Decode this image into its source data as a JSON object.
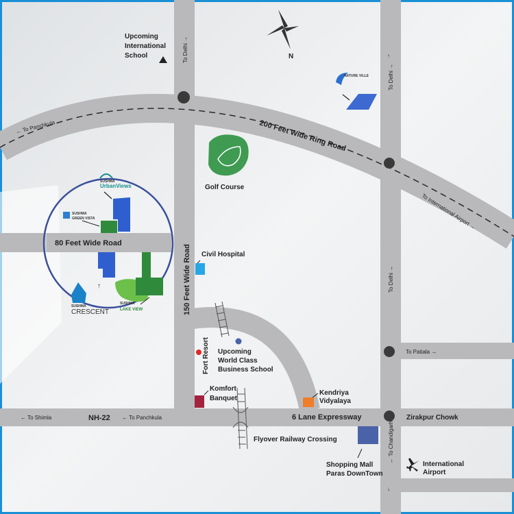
{
  "map": {
    "roads": {
      "ring_road": "200 Feet Wide Ring Road",
      "road_150": "150 Feet Wide Road",
      "road_80": "80 Feet Wide Road",
      "expressway": "6 Lane Expressway",
      "nh": "NH-22"
    },
    "directions": {
      "to_panchkula_top": "To Panchkula",
      "to_delhi_top": "To Delhi",
      "to_delhi_right_top": "To Delhi",
      "to_delhi_right_mid": "To Delhi",
      "to_international_airport": "To International Airport",
      "to_patiala": "To Patiala",
      "to_shimla": "To Shimla",
      "to_panchkula_bottom": "To Panchkula",
      "to_chandigarh": "To Chandigarh"
    },
    "places": {
      "upcoming_school": [
        "Upcoming",
        "International",
        "School"
      ],
      "golf_course": "Golf Course",
      "civil_hospital": "Civil Hospital",
      "fort_resort": "Fort Resort",
      "business_school": [
        "Upcoming",
        "World Class",
        "Business School"
      ],
      "kendriya": [
        "Kendriya",
        "Vidyalaya"
      ],
      "komfort": [
        "Komfort",
        "Banquet"
      ],
      "flyover": "Flyover Railway Crossing",
      "zirakpur": "Zirakpur Chowk",
      "shopping_mall": [
        "Shopping Mall",
        "Paras DownTown"
      ],
      "airport": [
        "International",
        "Airport"
      ]
    },
    "projects": {
      "urban_views": {
        "brand": "SUSHMA",
        "name": "UrbanViews"
      },
      "green_vista": {
        "brand": "SUSHMA",
        "name": "GREEN VISTA"
      },
      "crescent": {
        "brand": "SUSHMA",
        "name": "CRESCENT"
      },
      "lake_view": {
        "brand": "SUSHMA",
        "name": "LAKE VIEW"
      },
      "nature_ville": "NATURE VILLE"
    },
    "compass_label": "N",
    "colors": {
      "road": "#b9b9bc",
      "background": "#eceef0",
      "border": "#1a8fd6",
      "circle": "#3a4e9a",
      "blue_block": "#2f5fcf",
      "green_block": "#2f8a3c",
      "golf": "#3f9a52",
      "hospital": "#27a7e5",
      "kendriya": "#ef7d2a",
      "komfort": "#a3233f",
      "mall": "#4a62a8",
      "fort": "#e32626"
    }
  }
}
